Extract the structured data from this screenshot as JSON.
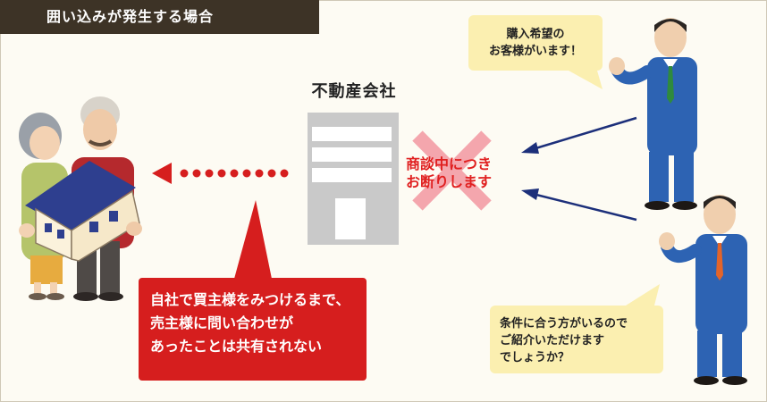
{
  "header": {
    "title": "囲い込みが発生する場合"
  },
  "company": {
    "label": "不動産会社"
  },
  "buyer_top": {
    "speech_line1": "購入希望の",
    "speech_line2": "お客様がいます！"
  },
  "buyer_bottom": {
    "speech_line1": "条件に合う方がいるので",
    "speech_line2": "ご紹介いただけます",
    "speech_line3": "でしょうか？"
  },
  "refusal": {
    "line1": "商談中につき",
    "line2": "お断りします"
  },
  "callout": {
    "line1": "自社で買主様をみつけるまで、",
    "line2": "売主様に問い合わせが",
    "line3": "あったことは共有されない"
  },
  "colors": {
    "header_bg": "#3d3326",
    "accent_red": "#d61e1e",
    "cross_pink": "#f4a6ad",
    "arrow_navy": "#1c2f7a",
    "bubble_yellow": "#fbefb0",
    "building_gray": "#c9c9c9"
  }
}
